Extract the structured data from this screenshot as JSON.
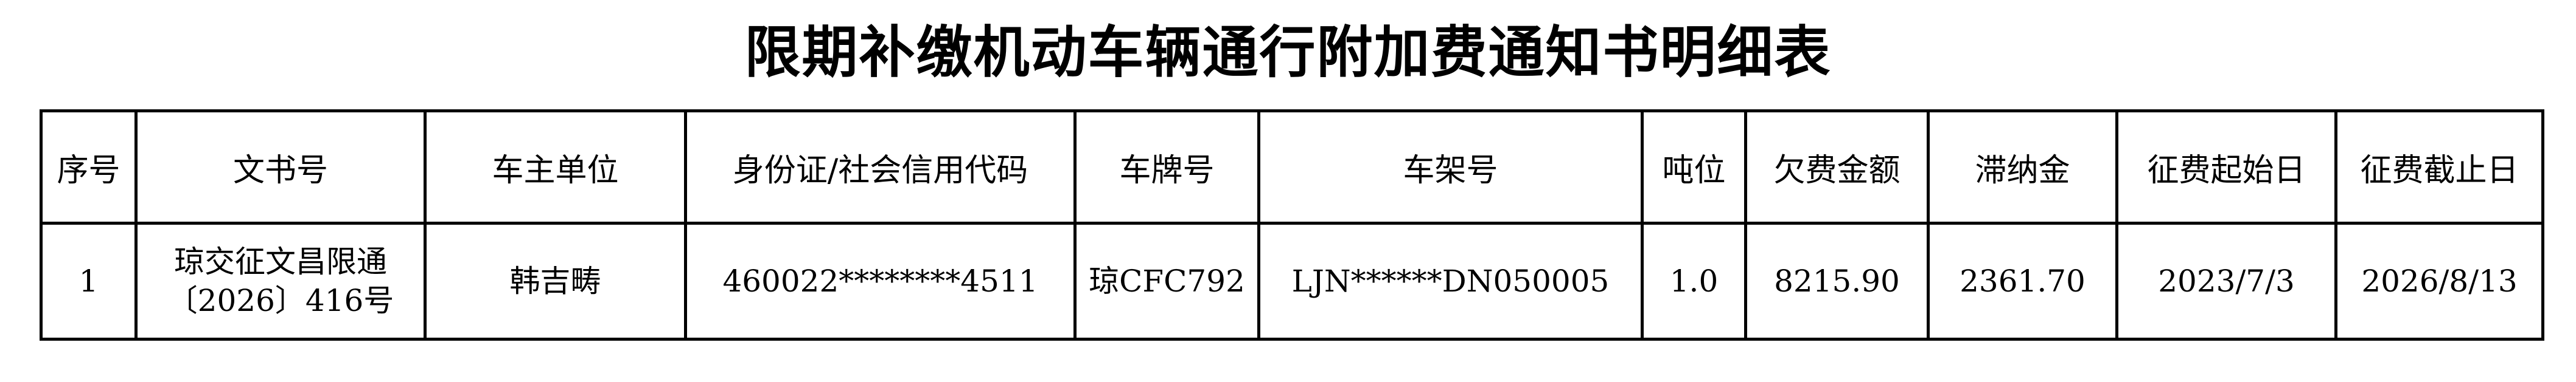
{
  "document": {
    "title": "限期补缴机动车辆通行附加费通知书明细表"
  },
  "table": {
    "headers": {
      "seq": "序号",
      "doc_no": "文书号",
      "owner": "车主单位",
      "id_code": "身份证/社会信用代码",
      "plate": "车牌号",
      "vin": "车架号",
      "tonnage": "吨位",
      "arrears": "欠费金额",
      "late_fee": "滞纳金",
      "start_date": "征费起始日",
      "end_date": "征费截止日"
    },
    "rows": [
      {
        "seq": "1",
        "doc_no_line1": "琼交征文昌限通",
        "doc_no_line2": "〔2026〕416号",
        "owner": "韩吉畴",
        "id_code": "460022********4511",
        "plate": "琼CFC792",
        "vin": "LJN******DN050005",
        "tonnage": "1.0",
        "arrears": "8215.90",
        "late_fee": "2361.70",
        "start_date": "2023/7/3",
        "end_date": "2026/8/13"
      }
    ]
  }
}
